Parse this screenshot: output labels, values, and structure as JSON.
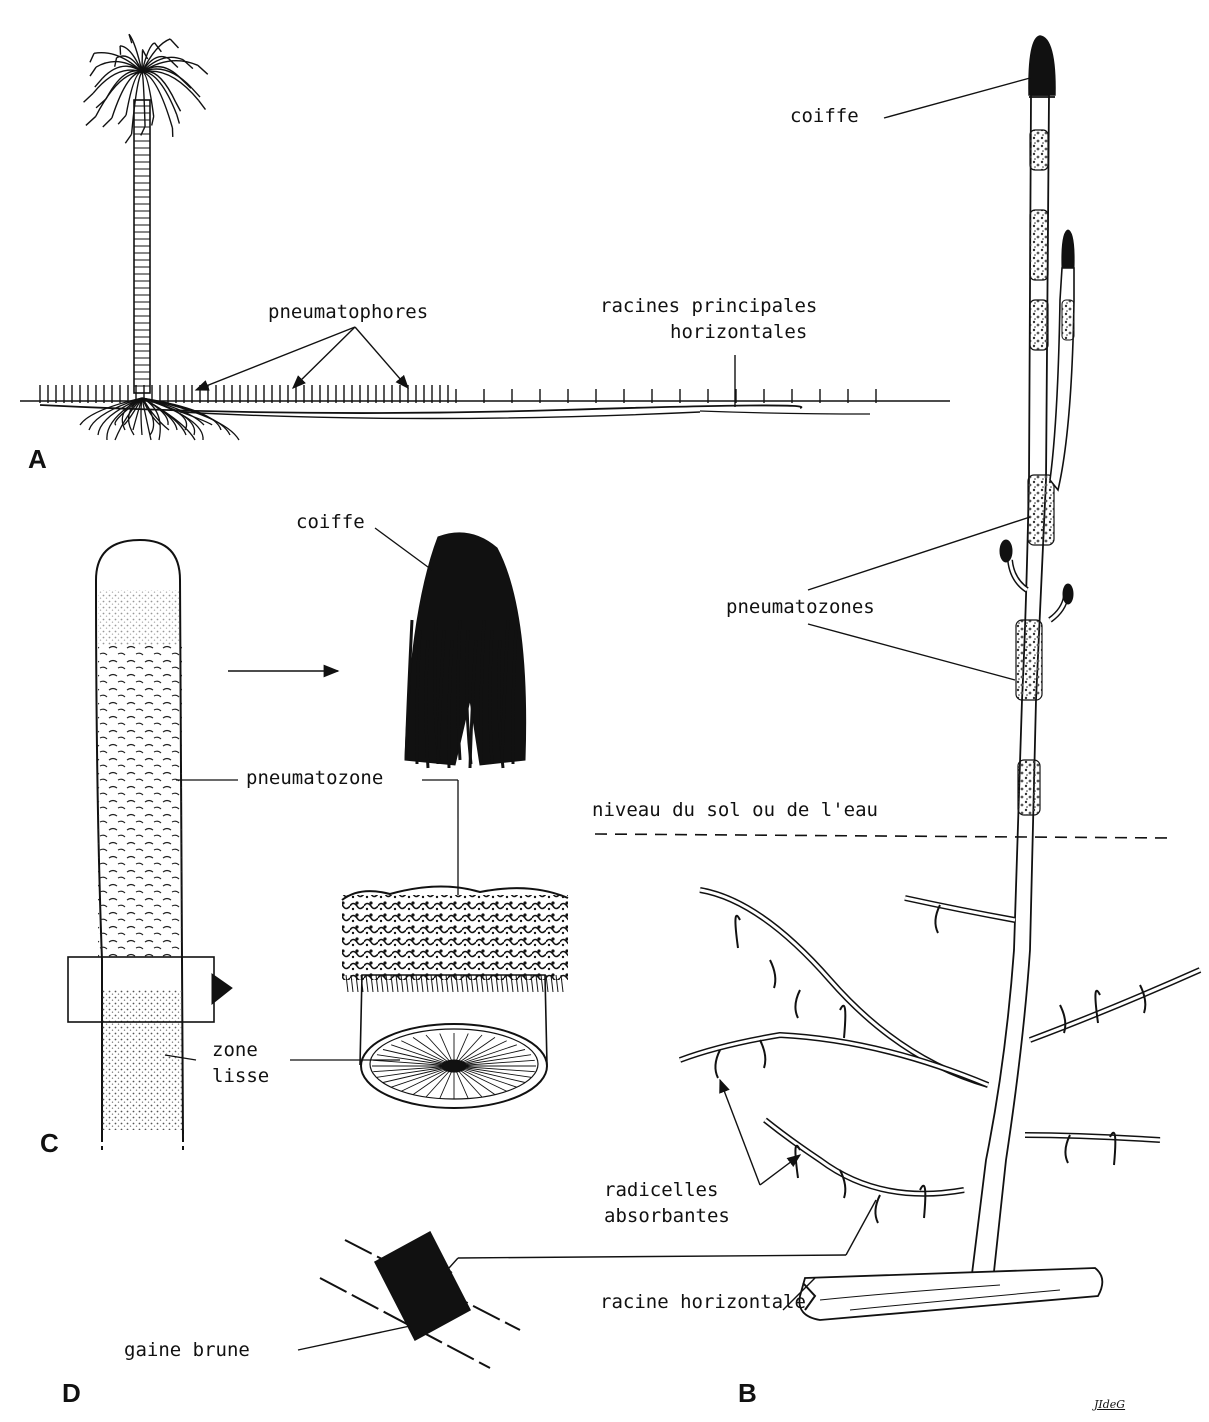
{
  "panels": {
    "a": "A",
    "b": "B",
    "c": "C",
    "d": "D"
  },
  "labels": {
    "a_pneumatophores": "pneumatophores",
    "a_racines_line1": "racines principales",
    "a_racines_line2": "horizontales",
    "b_coiffe": "coiffe",
    "b_pneumatozones": "pneumatozones",
    "b_niveau": "niveau du sol ou de l'eau",
    "b_radicelles_line1": "radicelles",
    "b_radicelles_line2": "absorbantes",
    "b_racine_horizontale": "racine horizontale",
    "c_coiffe": "coiffe",
    "c_pneumatozone": "pneumatozone",
    "c_zone_line1": "zone",
    "c_zone_line2": "lisse",
    "d_gaine": "gaine brune"
  },
  "signature": "JIdeG",
  "colors": {
    "ink": "#111111",
    "paper": "#ffffff",
    "stipple": "#777777"
  }
}
